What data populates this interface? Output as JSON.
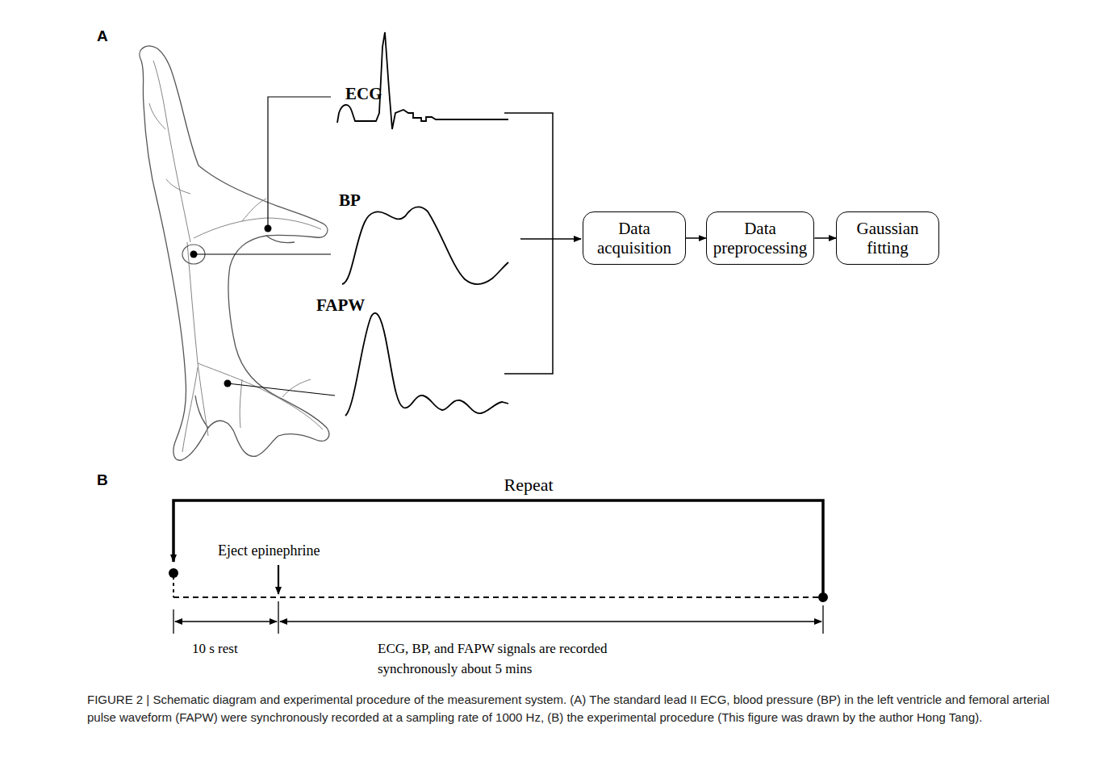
{
  "diagram": {
    "caption": "FIGURE 2 | Schematic diagram and experimental procedure of the measurement system. (A) The standard lead II ECG, blood pressure (BP) in the left ventricle and femoral arterial pulse waveform (FAPW) were synchronously recorded at a sampling rate of 1000 Hz, (B) the experimental procedure (This figure was drawn by the author Hong Tang).",
    "nodes": [
      {
        "text": [
          "Data acquisition"
        ]
      },
      {
        "text": [
          "Data preprocessing"
        ]
      },
      {
        "text": [
          "Gaussian fitting"
        ]
      }
    ],
    "edges": [
      {
        "from": 0,
        "to": 1,
        "arrow": "to"
      },
      {
        "from": 1,
        "to": 2,
        "arrow": "to"
      }
    ],
    "labels": [
      "A",
      "ECG",
      "BP",
      "FAPW",
      "B",
      "Repeat",
      "Eject epinephrine",
      "10 s rest",
      "ECG, BP, and FAPW signals are recorded synchronously about 5 mins"
    ]
  }
}
